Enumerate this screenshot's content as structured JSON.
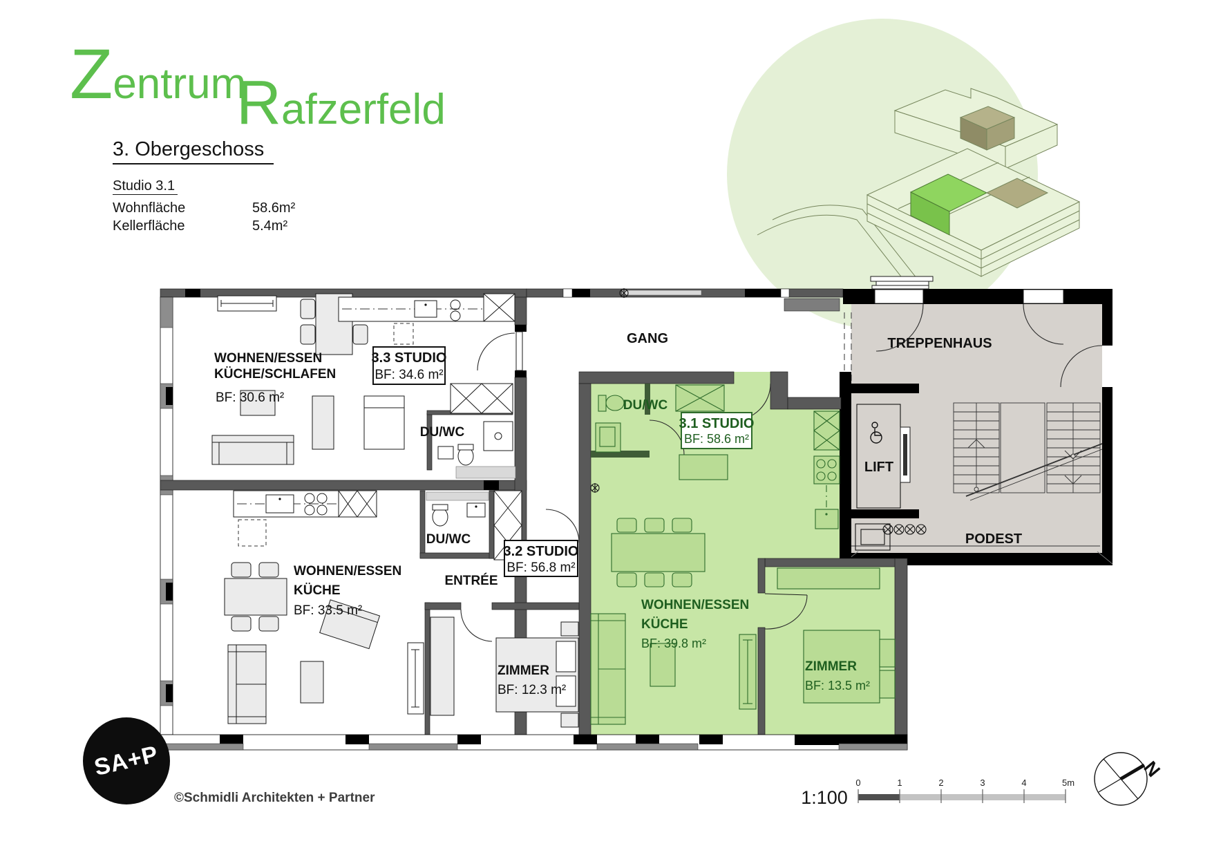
{
  "logo": {
    "part1_initial": "Z",
    "part1_rest": "entrum",
    "part2_initial": "R",
    "part2_rest": "afzerfeld"
  },
  "header": {
    "floor_title": "3. Obergeschoss"
  },
  "info": {
    "title": "Studio 3.1",
    "rows": [
      {
        "label": "Wohnfläche",
        "value": "58.6m²"
      },
      {
        "label": "Kellerfläche",
        "value": "5.4m²"
      }
    ]
  },
  "plan": {
    "corridor": "GANG",
    "stairwell": "TREPPENHAUS",
    "lift": "LIFT",
    "landing": "PODEST",
    "studio31": {
      "tag": "3.1 STUDIO",
      "tag_area": "BF: 58.6 m²",
      "bath": "DU/WC",
      "living1": "WOHNEN/ESSEN",
      "living2": "KÜCHE",
      "living_area": "BF: 39.8 m²",
      "room": "ZIMMER",
      "room_area": "BF: 13.5 m²"
    },
    "studio32": {
      "tag": "3.2 STUDIO",
      "tag_area": "BF: 56.8 m²",
      "bath": "DU/WC",
      "entry": "ENTRÉE",
      "living1": "WOHNEN/ESSEN",
      "living2": "KÜCHE",
      "living_area": "BF: 33.5 m²",
      "room": "ZIMMER",
      "room_area": "BF: 12.3 m²"
    },
    "studio33": {
      "tag": "3.3 STUDIO",
      "tag_area": "BF: 34.6 m²",
      "bath": "DU/WC",
      "living1": "WOHNEN/ESSEN",
      "living2": "KÜCHE/SCHLAFEN",
      "living_area": "BF: 30.6 m²"
    }
  },
  "scale": {
    "ratio": "1:100",
    "ticks": [
      "0",
      "1",
      "2",
      "3",
      "4",
      "5m"
    ]
  },
  "compass": {
    "north": "N"
  },
  "footer": {
    "architect_logo": "SA+P",
    "copyright": "©Schmidli Architekten + Partner"
  },
  "colors": {
    "brand_green": "#5dbf4d",
    "unit_fill": "#c7e6a6",
    "unit_text": "#1e5e1f",
    "stairwell_fill": "#d6d2cd",
    "wall": "#595959",
    "site_circle": "#e4f0d6",
    "highlight_unit": "#8fd55f"
  }
}
